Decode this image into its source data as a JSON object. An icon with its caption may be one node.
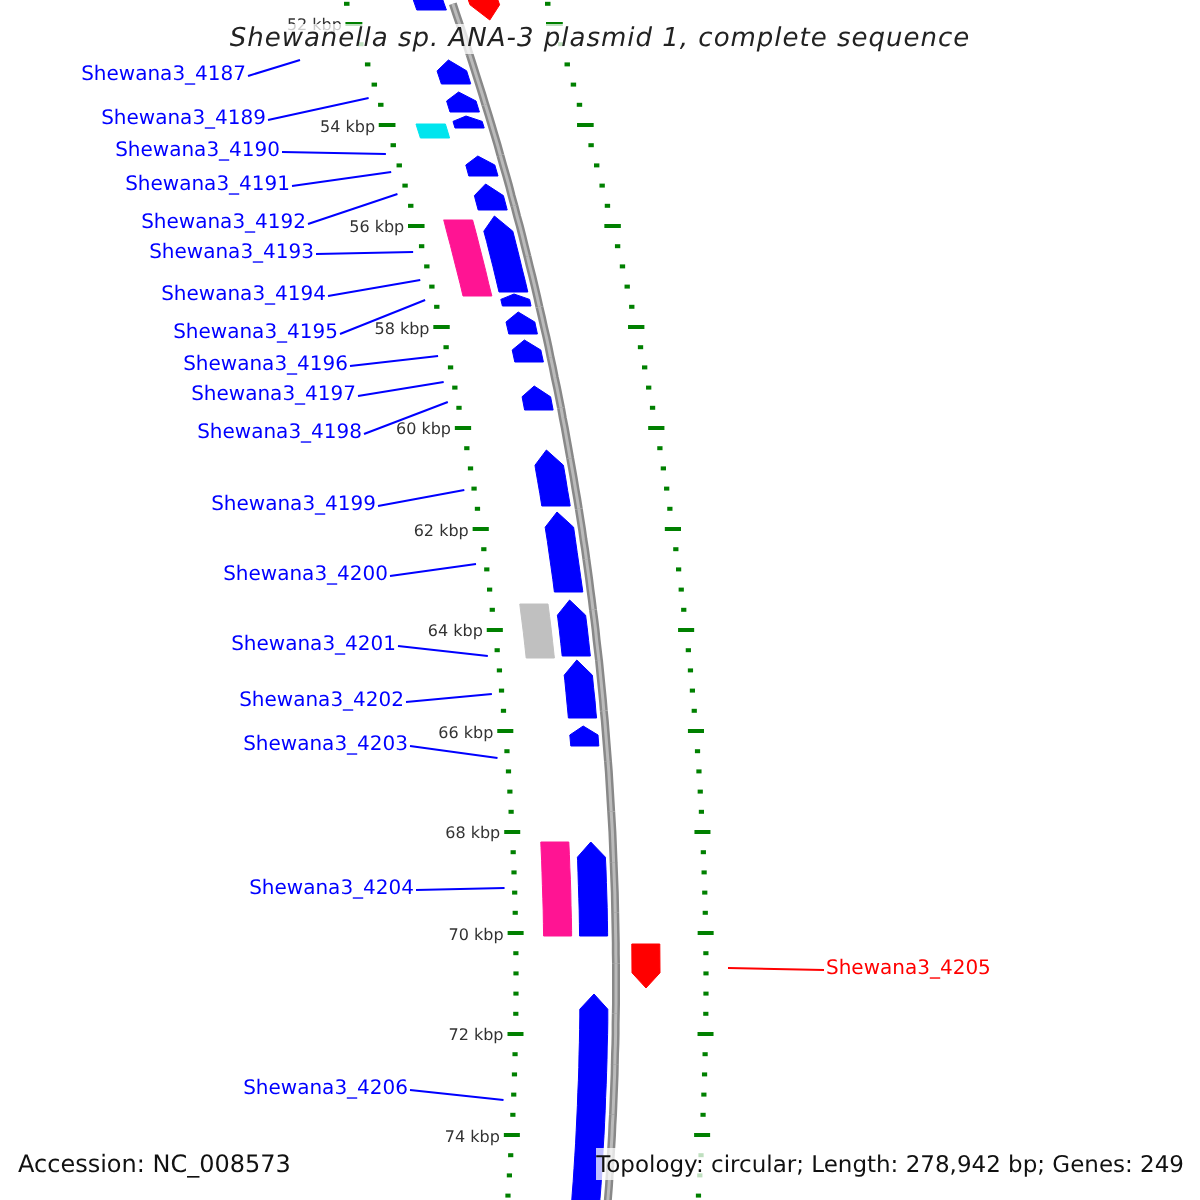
{
  "diagram": {
    "title": "Shewanella sp. ANA-3 plasmid 1, complete sequence",
    "nodes": [
      {
        "text": [
          "Shewana3_4187"
        ]
      },
      {
        "text": [
          "Shewana3_4189"
        ]
      },
      {
        "text": [
          "Shewana3_4190"
        ]
      },
      {
        "text": [
          "Shewana3_4191"
        ]
      },
      {
        "text": [
          "Shewana3_4192"
        ]
      },
      {
        "text": [
          "Shewana3_4193"
        ]
      },
      {
        "text": [
          "Shewana3_4194"
        ]
      },
      {
        "text": [
          "Shewana3_4195"
        ]
      },
      {
        "text": [
          "Shewana3_4196"
        ]
      },
      {
        "text": [
          "Shewana3_4197"
        ]
      },
      {
        "text": [
          "Shewana3_4198"
        ]
      },
      {
        "text": [
          "Shewana3_4199"
        ]
      },
      {
        "text": [
          "Shewana3_4200"
        ]
      },
      {
        "text": [
          "Shewana3_4201"
        ]
      },
      {
        "text": [
          "Shewana3_4202"
        ]
      },
      {
        "text": [
          "Shewana3_4203"
        ]
      },
      {
        "text": [
          "Shewana3_4204"
        ]
      },
      {
        "text": [
          "Shewana3_4205"
        ]
      },
      {
        "text": [
          "Shewana3_4206"
        ]
      }
    ],
    "edges": [
      {
        "from": 0,
        "to": null,
        "arrow": "none"
      },
      {
        "from": 1,
        "to": null,
        "arrow": "none"
      },
      {
        "from": 2,
        "to": null,
        "arrow": "none"
      },
      {
        "from": 3,
        "to": null,
        "arrow": "none"
      },
      {
        "from": 4,
        "to": null,
        "arrow": "none"
      },
      {
        "from": 5,
        "to": null,
        "arrow": "none"
      },
      {
        "from": 6,
        "to": null,
        "arrow": "none"
      },
      {
        "from": 7,
        "to": null,
        "arrow": "none"
      },
      {
        "from": 8,
        "to": null,
        "arrow": "none"
      },
      {
        "from": 9,
        "to": null,
        "arrow": "none"
      },
      {
        "from": 10,
        "to": null,
        "arrow": "none"
      },
      {
        "from": 11,
        "to": null,
        "arrow": "none"
      },
      {
        "from": 12,
        "to": null,
        "arrow": "none"
      },
      {
        "from": 13,
        "to": null,
        "arrow": "none"
      },
      {
        "from": 14,
        "to": null,
        "arrow": "none"
      },
      {
        "from": 15,
        "to": null,
        "arrow": "none"
      },
      {
        "from": 16,
        "to": null,
        "arrow": "none"
      },
      {
        "from": 17,
        "to": null,
        "arrow": "none",
        "color": "#ff0000"
      },
      {
        "from": 18,
        "to": null,
        "arrow": "none"
      }
    ],
    "labels": [
      "52 kbp",
      "54 kbp",
      "56 kbp",
      "58 kbp",
      "60 kbp",
      "62 kbp",
      "64 kbp",
      "66 kbp",
      "68 kbp",
      "70 kbp",
      "72 kbp",
      "74 kbp",
      "Accession: NC_008573",
      "Topology: circular; Length: 278,942 bp; Genes: 249"
    ]
  }
}
